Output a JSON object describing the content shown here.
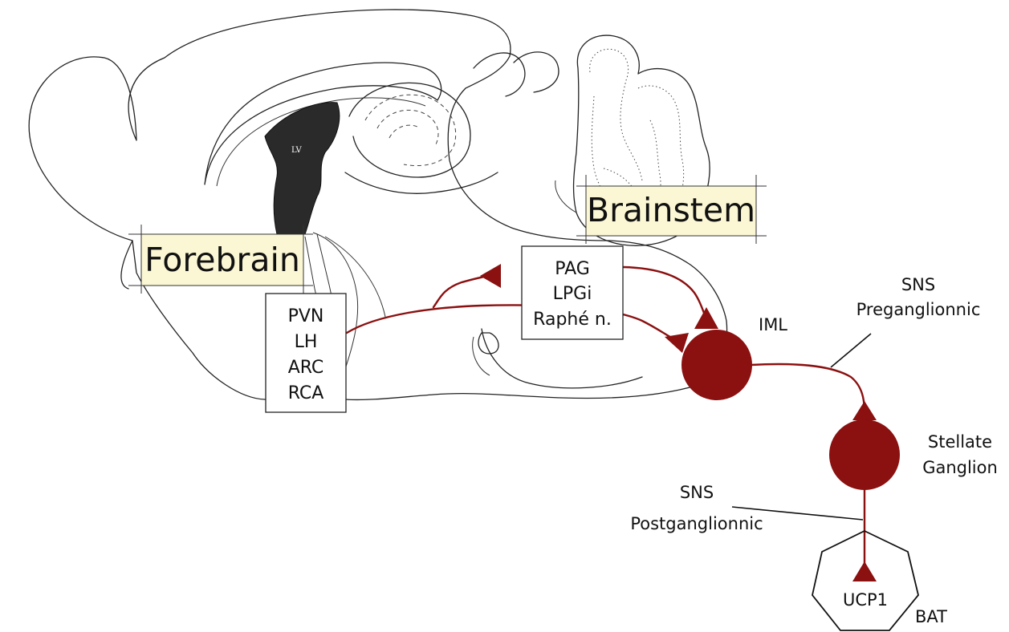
{
  "regions": {
    "forebrain": "Forebrain",
    "brainstem": "Brainstem",
    "ventricle": "LV"
  },
  "nuclei_boxes": {
    "hypothalamic": [
      "PVN",
      "LH",
      "ARC",
      "RCA"
    ],
    "brainstem": [
      "PAG",
      "LPGi",
      "Raphé n."
    ]
  },
  "labels": {
    "iml": "IML",
    "sns_pre_1": "SNS",
    "sns_pre_2": "Preganglionnic",
    "stellate_1": "Stellate",
    "stellate_2": "Ganglion",
    "sns_post_1": "SNS",
    "sns_post_2": "Postganglionnic",
    "ucp1": "UCP1",
    "bat": "BAT"
  },
  "colors": {
    "pathway": "#8b1010",
    "label_box_fill": "#fbf7d4",
    "ventricle_fill": "#2a2a2a"
  }
}
